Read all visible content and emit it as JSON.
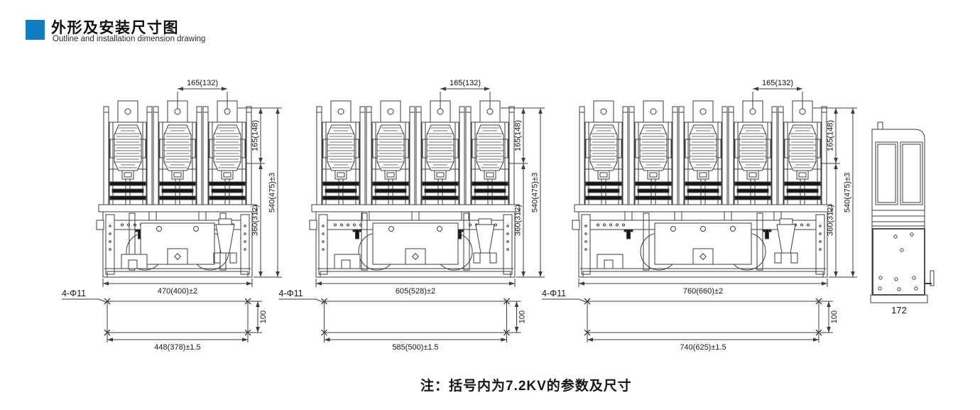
{
  "header": {
    "title": "外形及安装尺寸图",
    "subtitle": "Outline and installation dimension drawing",
    "accent_color": "#0e7dc2"
  },
  "drawings": [
    {
      "name": "front-view-3-pole",
      "poles": 3,
      "dim_top": "165(132)",
      "dim_upper_right": "165(148)",
      "dim_mid_right": "360(312)",
      "dim_total_right": "540(475)±3",
      "dim_width": "470(400)±2",
      "mounting": {
        "holes": "4-Φ11",
        "dim_width": "448(378)±1.5",
        "dim_height": "100"
      }
    },
    {
      "name": "front-view-4-pole",
      "poles": 4,
      "dim_top": "165(132)",
      "dim_upper_right": "165(148)",
      "dim_mid_right": "360(312)",
      "dim_total_right": "540(475)±3",
      "dim_width": "605(528)±2",
      "mounting": {
        "holes": "4-Φ11",
        "dim_width": "585(500)±1.5",
        "dim_height": "100"
      }
    },
    {
      "name": "front-view-5-pole",
      "poles": 5,
      "dim_top": "165(132)",
      "dim_upper_right": "165(148)",
      "dim_mid_right": "360(312)",
      "dim_total_right": "540(475)±3",
      "dim_width": "760(660)±2",
      "mounting": {
        "holes": "4-Φ11",
        "dim_width": "740(625)±1.5",
        "dim_height": "100"
      }
    }
  ],
  "side_view": {
    "name": "side-view",
    "dim_width": "172"
  },
  "note": "注：括号内为7.2KV的参数及尺寸",
  "line_color": "#3d3d3d"
}
